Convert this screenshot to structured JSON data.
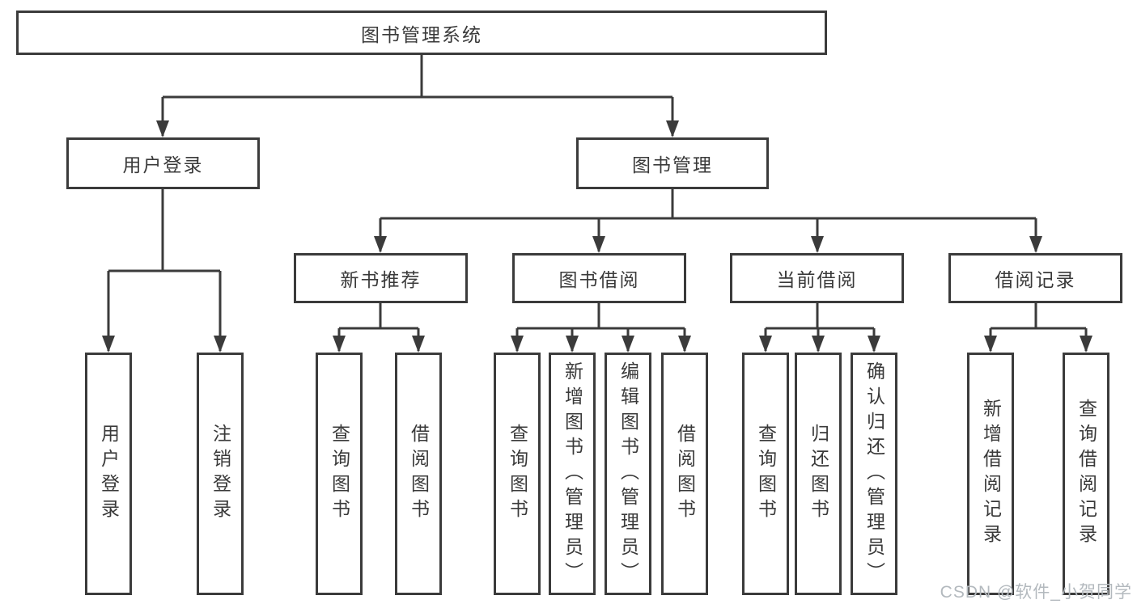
{
  "tree": {
    "label": "图书管理系统",
    "children": [
      {
        "label": "用户登录",
        "children": [
          {
            "label": "用户登录"
          },
          {
            "label": "注销登录"
          }
        ]
      },
      {
        "label": "图书管理",
        "children": [
          {
            "label": "新书推荐",
            "children": [
              {
                "label": "查询图书"
              },
              {
                "label": "借阅图书"
              }
            ]
          },
          {
            "label": "图书借阅",
            "children": [
              {
                "label": "查询图书"
              },
              {
                "label": "新增图书（管理员）"
              },
              {
                "label": "编辑图书（管理员）"
              },
              {
                "label": "借阅图书"
              }
            ]
          },
          {
            "label": "当前借阅",
            "children": [
              {
                "label": "查询图书"
              },
              {
                "label": "归还图书"
              },
              {
                "label": "确认归还（管理员）"
              }
            ]
          },
          {
            "label": "借阅记录",
            "children": [
              {
                "label": "新增借阅记录"
              },
              {
                "label": "查询借阅记录"
              }
            ]
          }
        ]
      }
    ]
  },
  "watermark": "CSDN @软件_小贺同学",
  "colors": {
    "line": "#3b3b3b",
    "text": "#3a3a3a",
    "watermark_text": "#b3b9be",
    "background": "#ffffff"
  }
}
